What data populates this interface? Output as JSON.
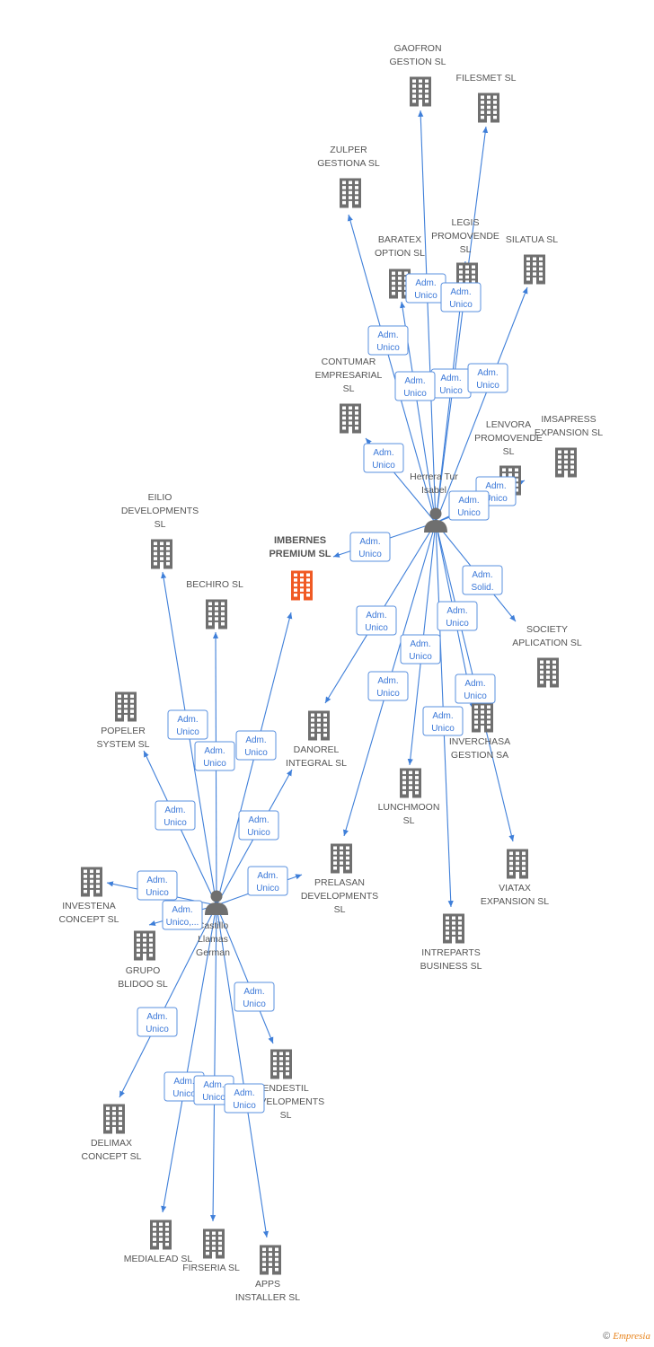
{
  "colors": {
    "building": "#6f6f6f",
    "building_main": "#f05a24",
    "edge": "#3f7fd9",
    "person": "#6f6f6f"
  },
  "companies": [
    {
      "id": "gaofron",
      "lines": [
        "GAOFRON",
        "GESTION  SL"
      ]
    },
    {
      "id": "filesmet",
      "lines": [
        "FILESMET  SL"
      ]
    },
    {
      "id": "zulper",
      "lines": [
        "ZULPER",
        "GESTIONA SL"
      ]
    },
    {
      "id": "legis",
      "lines": [
        "LEGIS",
        "PROMOVENDE",
        "SL"
      ]
    },
    {
      "id": "baratex",
      "lines": [
        "BARATEX",
        "OPTION  SL"
      ]
    },
    {
      "id": "silatua",
      "lines": [
        "SILATUA  SL"
      ]
    },
    {
      "id": "contumar",
      "lines": [
        "CONTUMAR",
        "EMPRESARIAL",
        "SL"
      ]
    },
    {
      "id": "lenvora",
      "lines": [
        "LENVORA",
        "PROMOVENDE",
        "SL"
      ]
    },
    {
      "id": "imsapress",
      "lines": [
        "IMSAPRESS",
        "EXPANSION  SL"
      ]
    },
    {
      "id": "eilio",
      "lines": [
        "EILIO",
        "DEVELOPMENTS",
        "SL"
      ]
    },
    {
      "id": "imbernes",
      "lines": [
        "IMBERNES",
        "PREMIUM  SL"
      ],
      "main": true
    },
    {
      "id": "bechiro",
      "lines": [
        "BECHIRO SL"
      ]
    },
    {
      "id": "society",
      "lines": [
        "SOCIETY",
        "APLICATION SL"
      ]
    },
    {
      "id": "popeler",
      "lines": [
        "POPELER",
        "SYSTEM SL"
      ]
    },
    {
      "id": "danorel",
      "lines": [
        "DANOREL",
        "INTEGRAL  SL"
      ]
    },
    {
      "id": "inverchasa",
      "lines": [
        "INVERCHASA",
        "GESTION SA"
      ]
    },
    {
      "id": "lunchmoon",
      "lines": [
        "LUNCHMOON",
        "SL"
      ]
    },
    {
      "id": "prelasan",
      "lines": [
        "PRELASAN",
        "DEVELOPMENTS",
        "SL"
      ]
    },
    {
      "id": "viatax",
      "lines": [
        "VIATAX",
        "EXPANSION  SL"
      ]
    },
    {
      "id": "investena",
      "lines": [
        "INVESTENA",
        "CONCEPT  SL"
      ]
    },
    {
      "id": "intreparts",
      "lines": [
        "INTREPARTS",
        "BUSINESS  SL"
      ]
    },
    {
      "id": "grupo",
      "lines": [
        "GRUPO",
        "BLIDOO SL"
      ]
    },
    {
      "id": "endestil",
      "lines": [
        "ENDESTIL",
        "DEVELOPMENTS",
        "SL"
      ]
    },
    {
      "id": "delimax",
      "lines": [
        "DELIMAX",
        "CONCEPT  SL"
      ]
    },
    {
      "id": "medialead",
      "lines": [
        "MEDIALEAD  SL"
      ]
    },
    {
      "id": "firseria",
      "lines": [
        "FIRSERIA  SL"
      ]
    },
    {
      "id": "apps",
      "lines": [
        "APPS",
        "INSTALLER  SL"
      ]
    }
  ],
  "persons": [
    {
      "id": "herrera",
      "lines": [
        "Herrera Tur",
        "Isabel"
      ]
    },
    {
      "id": "castillo",
      "lines": [
        "Castillo",
        "Llamas",
        "German"
      ]
    }
  ],
  "relations": [
    {
      "from": "herrera",
      "to": "gaofron",
      "role": [
        "Adm.",
        "Unico"
      ]
    },
    {
      "from": "herrera",
      "to": "filesmet",
      "role": [
        "Adm.",
        "Unico"
      ]
    },
    {
      "from": "herrera",
      "to": "zulper",
      "role": [
        "Adm.",
        "Unico"
      ]
    },
    {
      "from": "herrera",
      "to": "legis",
      "role": [
        "Adm.",
        "Unico"
      ]
    },
    {
      "from": "herrera",
      "to": "baratex",
      "role": [
        "Adm.",
        "Unico"
      ]
    },
    {
      "from": "herrera",
      "to": "silatua",
      "role": [
        "Adm.",
        "Unico"
      ]
    },
    {
      "from": "herrera",
      "to": "contumar",
      "role": [
        "Adm.",
        "Unico"
      ]
    },
    {
      "from": "herrera",
      "to": "lenvora",
      "role": [
        "Adm.",
        "Unico"
      ]
    },
    {
      "from": "herrera",
      "to": "imsapress",
      "role": [
        "Adm.",
        "Unico"
      ]
    },
    {
      "from": "herrera",
      "to": "imbernes",
      "role": [
        "Adm.",
        "Unico"
      ]
    },
    {
      "from": "herrera",
      "to": "society",
      "role": [
        "Adm.",
        "Solid."
      ]
    },
    {
      "from": "herrera",
      "to": "danorel",
      "role": [
        "Adm.",
        "Unico"
      ]
    },
    {
      "from": "herrera",
      "to": "inverchasa",
      "role": [
        "Adm.",
        "Unico"
      ]
    },
    {
      "from": "herrera",
      "to": "lunchmoon",
      "role": [
        "Adm.",
        "Unico"
      ]
    },
    {
      "from": "herrera",
      "to": "prelasan",
      "role": [
        "Adm.",
        "Unico"
      ]
    },
    {
      "from": "herrera",
      "to": "viatax",
      "role": [
        "Adm.",
        "Unico"
      ]
    },
    {
      "from": "herrera",
      "to": "intreparts",
      "role": [
        "Adm.",
        "Unico"
      ]
    },
    {
      "from": "castillo",
      "to": "eilio",
      "role": [
        "Adm.",
        "Unico"
      ]
    },
    {
      "from": "castillo",
      "to": "bechiro",
      "role": [
        "Adm.",
        "Unico"
      ]
    },
    {
      "from": "castillo",
      "to": "imbernes",
      "role": [
        "Adm.",
        "Unico"
      ]
    },
    {
      "from": "castillo",
      "to": "popeler",
      "role": [
        "Adm.",
        "Unico"
      ]
    },
    {
      "from": "castillo",
      "to": "danorel",
      "role": [
        "Adm.",
        "Unico"
      ]
    },
    {
      "from": "castillo",
      "to": "prelasan",
      "role": [
        "Adm.",
        "Unico"
      ]
    },
    {
      "from": "castillo",
      "to": "investena",
      "role": [
        "Adm.",
        "Unico"
      ]
    },
    {
      "from": "castillo",
      "to": "grupo",
      "role": [
        "Adm.",
        "Unico,..."
      ]
    },
    {
      "from": "castillo",
      "to": "endestil",
      "role": [
        "Adm.",
        "Unico"
      ]
    },
    {
      "from": "castillo",
      "to": "delimax",
      "role": [
        "Adm.",
        "Unico"
      ]
    },
    {
      "from": "castillo",
      "to": "medialead",
      "role": [
        "Adm.",
        "Unico"
      ]
    },
    {
      "from": "castillo",
      "to": "firseria",
      "role": [
        "Adm.",
        "Unico"
      ]
    },
    {
      "from": "castillo",
      "to": "apps",
      "role": [
        "Adm.",
        "Unico"
      ]
    }
  ],
  "footer": {
    "copyright": "©",
    "brand": "Empresia"
  }
}
